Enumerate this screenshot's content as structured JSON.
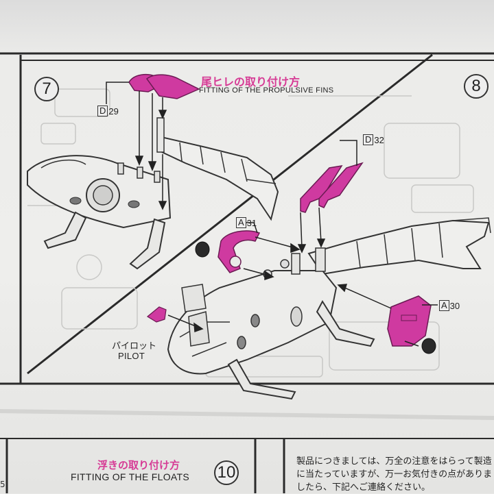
{
  "step7": {
    "number": "7",
    "title_jp": "尾ヒレの取り付け方",
    "title_en": "FITTING OF THE PROPULSIVE FINS",
    "part": {
      "letter": "D",
      "num": "29"
    }
  },
  "step8": {
    "number": "8",
    "part_d": {
      "letter": "D",
      "num": "32"
    },
    "part_a31": {
      "letter": "A",
      "num": "31"
    },
    "part_a30": {
      "letter": "A",
      "num": "30"
    },
    "pilot_jp": "パイロット",
    "pilot_en": "PILOT"
  },
  "step10": {
    "number": "10",
    "title_jp": "浮きの取り付け方",
    "title_en": "FITTING OF THE FLOATS"
  },
  "notice": {
    "line1": "製品につきましては、万全の注意をはらって製造",
    "line2": "に当たっていますが、万一お気付きの点がありま",
    "line3": "したら、下記へご連絡ください。"
  },
  "page_fragment": "5",
  "colors": {
    "accent": "#d63b95",
    "ink": "#222222"
  }
}
